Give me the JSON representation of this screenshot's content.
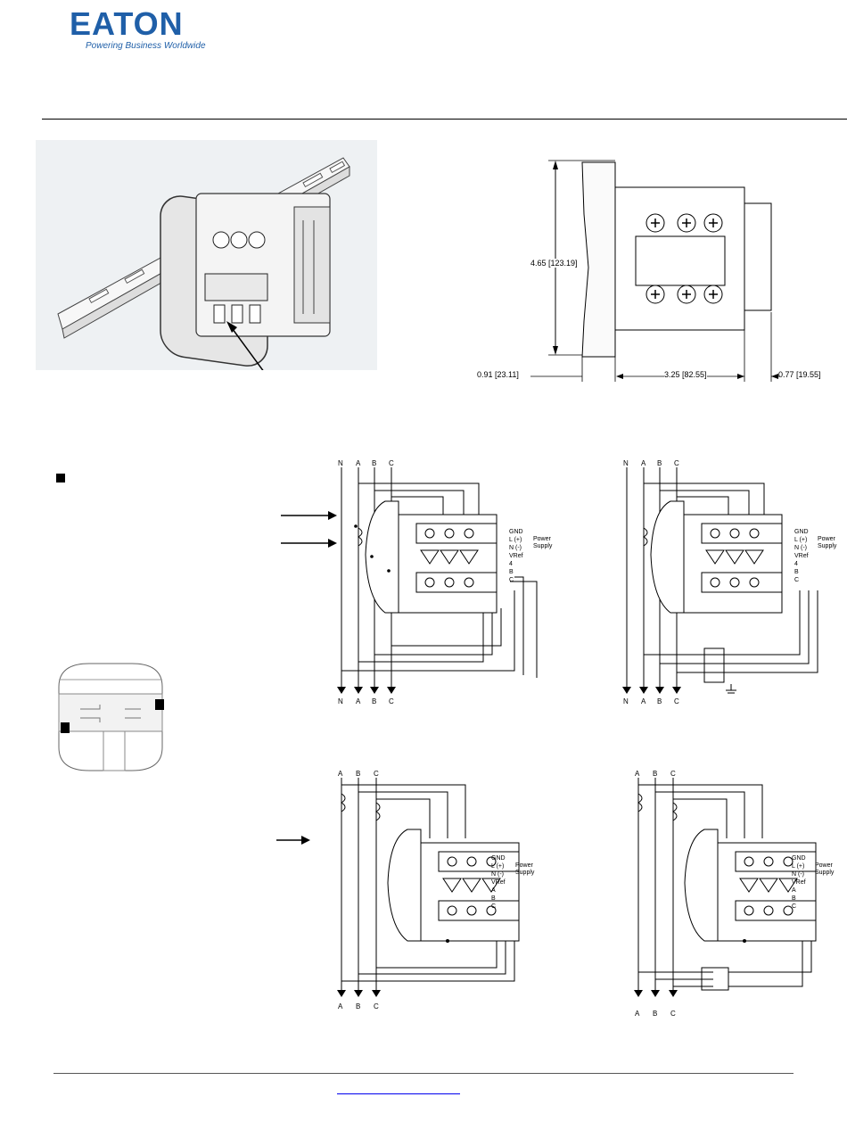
{
  "header": {
    "logo_text": "EATON",
    "tagline": "Powering Business Worldwide"
  },
  "dimensions": {
    "height": "4.65 [123.19]",
    "depth_front": "0.91 [23.11]",
    "depth_body": "3.25 [82.55]",
    "depth_rear": "0.77 [19.55]"
  },
  "wiring": {
    "top_labels": [
      "N",
      "A",
      "B",
      "C"
    ],
    "bottom_labels": [
      "N",
      "A",
      "B",
      "C"
    ],
    "three_wire_labels": [
      "A",
      "B",
      "C"
    ],
    "terminals": [
      "GND",
      "L (+)",
      "N (-)",
      "VRef",
      "4",
      "B",
      "C"
    ],
    "terminals_delta": [
      "GND",
      "L (+)",
      "N (-)",
      "VRef",
      "A",
      "B",
      "C"
    ],
    "power_supply": [
      "Power",
      "Supply"
    ]
  },
  "footer": {
    "link_text": ""
  },
  "colors": {
    "brand": "#1f5fa8",
    "line": "#000000",
    "photo_bg": "#eef1f3"
  }
}
